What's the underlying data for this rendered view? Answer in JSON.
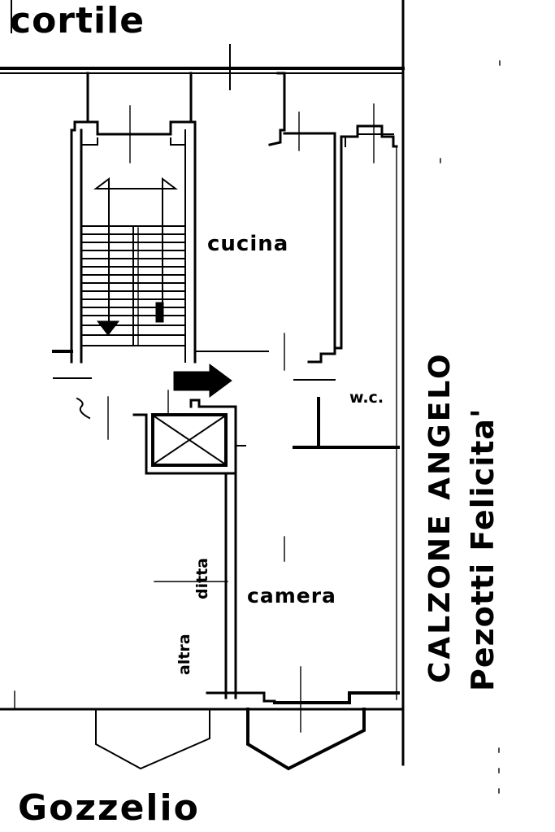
{
  "drawing": {
    "type": "floor plan (planimetria), scanned hand-drawn",
    "colors": {
      "ink": "#000000",
      "paper": "#ffffff"
    }
  },
  "labels": {
    "top_outside": "cortile",
    "bottom_outside": "Gozzelio",
    "room_kitchen": "cucina",
    "room_bedroom": "camera",
    "room_bathroom": "w.c.",
    "neighbor_owner_1": "CALZONE ANGELO",
    "neighbor_owner_2": "Pezotti Felicita'",
    "other_property_note_1": "altra",
    "other_property_note_2": "ditta"
  },
  "symbols": {
    "staircase": "stair-icon",
    "elevator": "elevator-icon",
    "entrance_arrow": "arrow-right-icon",
    "balconies": [
      "balcony-left",
      "balcony-right"
    ]
  }
}
